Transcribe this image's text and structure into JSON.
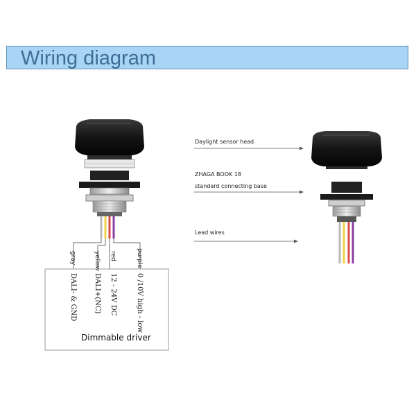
{
  "header": {
    "title": "Wiring diagram"
  },
  "wires": [
    {
      "label": "gray",
      "function": "DALI- & GND",
      "color": "#b8b8b8"
    },
    {
      "label": "yellow",
      "function": "DALI+(NC)",
      "color": "#f2d34c"
    },
    {
      "label": "red",
      "function": "12 - 24V DC",
      "color": "#d94b4b"
    },
    {
      "label": "purple",
      "function": "0 /10V high - low",
      "color": "#8a3fa0"
    }
  ],
  "driver": {
    "label": "Dimmable driver"
  },
  "callouts": {
    "sensor_head": "Daylight sensor head",
    "base_line1": "ZHAGA BOOK 18",
    "base_line2": "standard connecting base",
    "lead_wires": "Lead wires"
  }
}
